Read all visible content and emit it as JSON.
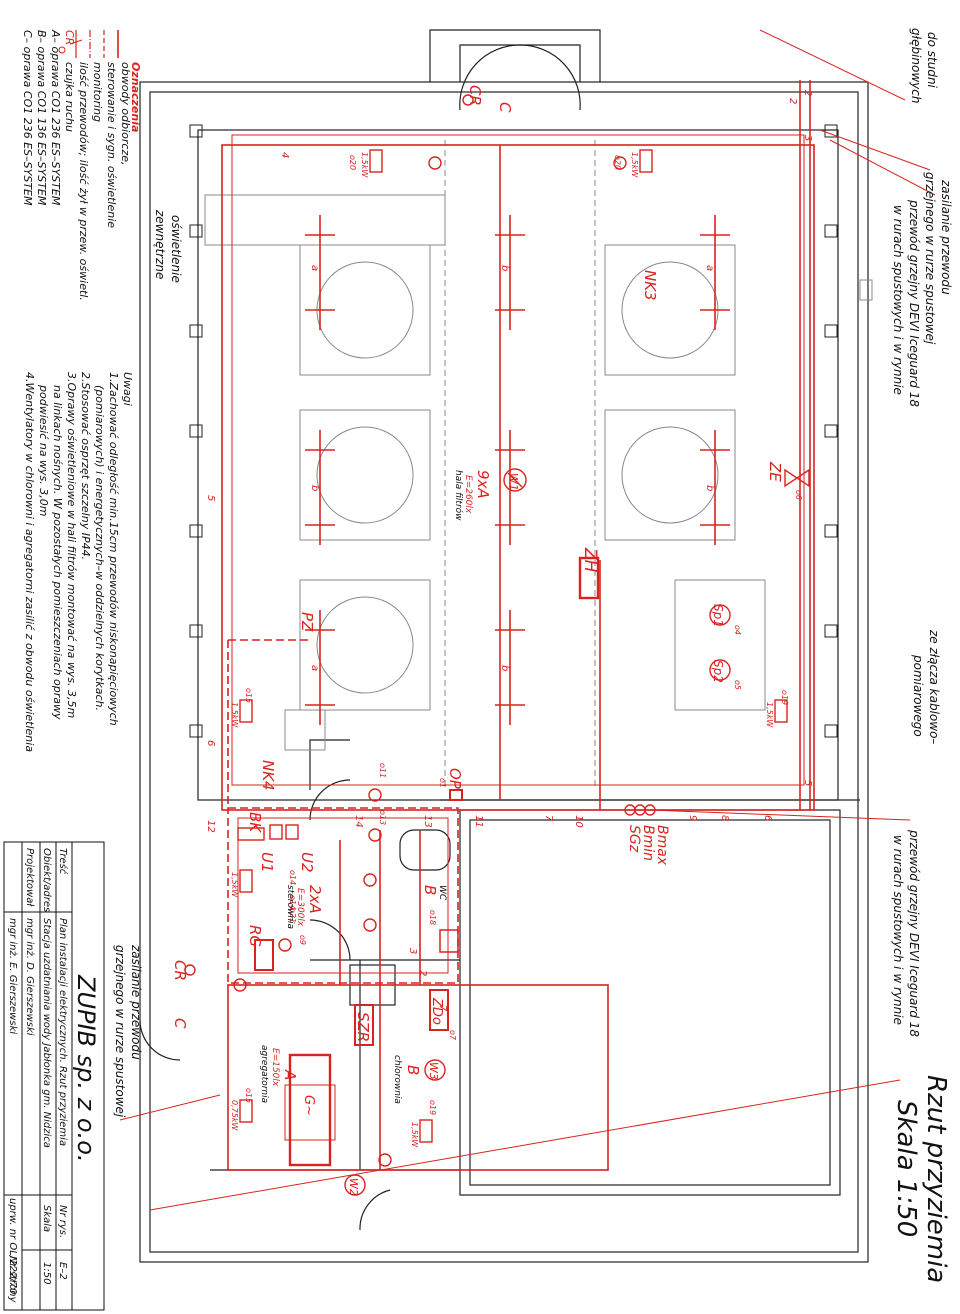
{
  "title": {
    "line1": "Rzut przyziemia",
    "line2": "Skala 1:50"
  },
  "annotations": {
    "well": [
      "do studni",
      "głębinowych"
    ],
    "supply_top": [
      "zasilanie przewodu",
      "grzejnego w rurze spustowej",
      "przewód grzejny DEVI Iceguard 18",
      "w rurach spustowych i w rynnie"
    ],
    "from_junction": [
      "ze złącza kablowo–",
      "pomiarowego"
    ],
    "cable_right": [
      "przewód grzejny DEVI Iceguard 18",
      "w rurach spustowych i w rynnie"
    ],
    "supply_bottom": [
      "zasilanie przewodu",
      "grzejnego w rurze spustowej"
    ],
    "exterior": [
      "oświetlenie",
      "zewnętrzne"
    ]
  },
  "legend": {
    "heading": "Oznaczenia",
    "items": [
      "obwody odbiorcze,",
      "sterowanie i sygn.  oświetlenie",
      "monitoring",
      "ilość przewodów; ilość żył w przew. oświetl.",
      "czujka ruchu",
      "A– oprawa CO1 236 ES–SYSTEM",
      "B– oprawa CO1 136 ES–SYSTEM",
      "C– oprawa CO1 236 ES–SYSTEM"
    ],
    "sensor_symbol": "CR"
  },
  "notes": {
    "heading": "Uwagi",
    "lines": [
      "1.Zachować odległość min.15cm przewodów niskonapięciowych",
      "(pomiarowych) i energetycznych–w oddzielnych korytkach.",
      "2.Stosować osprzęt szczelny IP44.",
      "3.Oprawy oświetleniowe w hali filtrów montować na wys. 3,5m",
      "na linkach nośnych. W pozostałych pomieszczeniach oprawy",
      "podwiesić na wys. 3,0m",
      "4.Wentylatory w chlorowni i agregatorni zasilić z obwodu oświetlenia"
    ]
  },
  "rooms": {
    "filter_hall": [
      "9xA",
      "E=260lx",
      "hala filtrów"
    ],
    "control": [
      "2xA",
      "E=300lx",
      "sterownia"
    ],
    "wc": "WC",
    "chlorine": [
      "B",
      "chlorownia"
    ],
    "aggregate": [
      "A",
      "E=150lx",
      "agregatornia"
    ]
  },
  "equipment": {
    "nk3": "NK3",
    "nk4": "NK4",
    "ze": "ZE",
    "zh": "ZH",
    "pz": "PZ",
    "op": "OP",
    "bk": "BK",
    "u1": "U1",
    "u2": "U2",
    "rg": "RG",
    "szr": "SZR",
    "zdo": "ZDo",
    "w1": "W1",
    "w2": "W2",
    "w3": "W3",
    "sp1": "Sp1",
    "sp2": "Sp2",
    "g": "G~",
    "cr": "CR",
    "c": "C",
    "a": "A",
    "b": "B",
    "bmax": "Bmax",
    "bmin": "Bmin",
    "sgz": "SGz",
    "heater": "1,5kW",
    "heater_small": "0,75kW",
    "letter_a": "a",
    "letter_b": "b"
  },
  "wire_counts": [
    "2",
    "2",
    "2",
    "3",
    "3",
    "4",
    "5",
    "5",
    "6",
    "6",
    "7",
    "7",
    "8",
    "9",
    "10",
    "11",
    "12",
    "13",
    "14"
  ],
  "circuit_labels": [
    "o20",
    "o20",
    "o19",
    "o15",
    "o11",
    "o13",
    "o14",
    "o18",
    "o15",
    "o19",
    "o6",
    "o4",
    "o5",
    "o7",
    "o9",
    "o14",
    "o21",
    "o1"
  ],
  "titleblock": {
    "company": "ZUPIB sp. z o.o.",
    "rows": [
      {
        "label": "Treść",
        "value": "Plan instalacji elektrycznych. Rzut przyziemia",
        "c1": "Nr rys.",
        "c2": "E–2"
      },
      {
        "label": "Obiekt/adres",
        "value": "Stacja uzdatniania wody Jabłonka gm. Nidzica",
        "c1": "Skala",
        "c2": "1:50"
      },
      {
        "label": "Projektował",
        "value": "mgr inż. D. Gierszewski",
        "c1": "",
        "c2": ""
      },
      {
        "label": "",
        "value": "mgr inż. E. Gierszewski",
        "c1": "uprw. nr OL/222/70",
        "c2": "Nr strony"
      }
    ]
  },
  "colors": {
    "accent": "#d9231f",
    "ink": "#111111"
  }
}
